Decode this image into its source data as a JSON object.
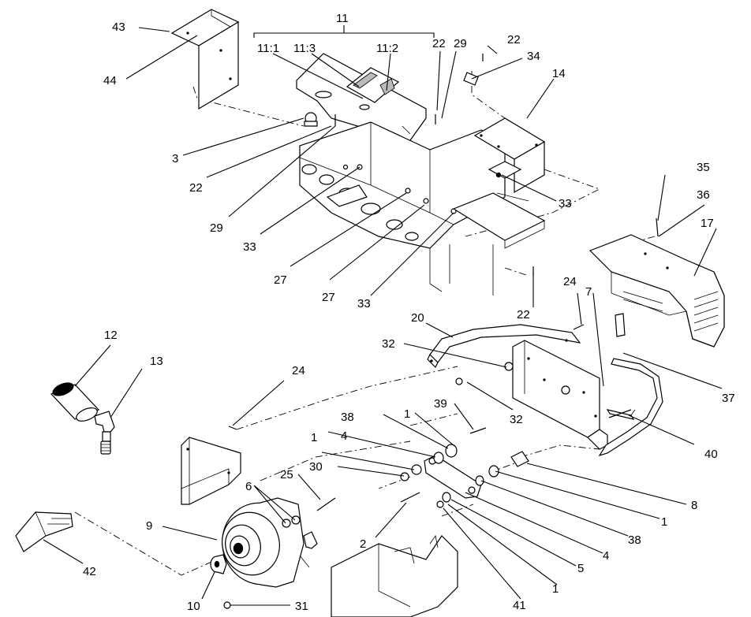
{
  "callouts": [
    "43",
    "44",
    "11",
    "11:1",
    "11:3",
    "11:2",
    "22",
    "29",
    "22",
    "34",
    "14",
    "3",
    "22",
    "29",
    "33",
    "27",
    "27",
    "33",
    "33",
    "22",
    "35",
    "36",
    "17",
    "24",
    "7",
    "20",
    "32",
    "32",
    "37",
    "40",
    "12",
    "13",
    "24",
    "39",
    "38",
    "1",
    "4",
    "1",
    "30",
    "25",
    "6",
    "9",
    "2",
    "8",
    "1",
    "38",
    "4",
    "5",
    "41",
    "1",
    "42",
    "10",
    "31"
  ]
}
